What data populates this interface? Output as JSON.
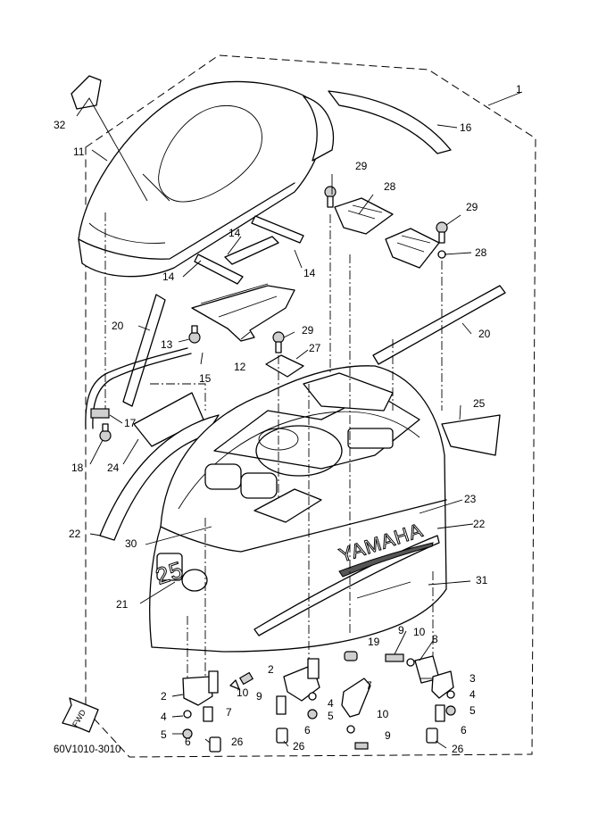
{
  "diagram": {
    "code": "60V1010-3010",
    "brand_text": "YAMAHA",
    "badge_text": "25",
    "fwd_text": "FWD",
    "callouts": [
      "1",
      "2",
      "3",
      "4",
      "5",
      "6",
      "7",
      "8",
      "9",
      "10",
      "11",
      "12",
      "13",
      "14",
      "15",
      "16",
      "17",
      "18",
      "19",
      "20",
      "21",
      "22",
      "23",
      "24",
      "25",
      "26",
      "27",
      "28",
      "29",
      "30",
      "31",
      "32"
    ]
  }
}
